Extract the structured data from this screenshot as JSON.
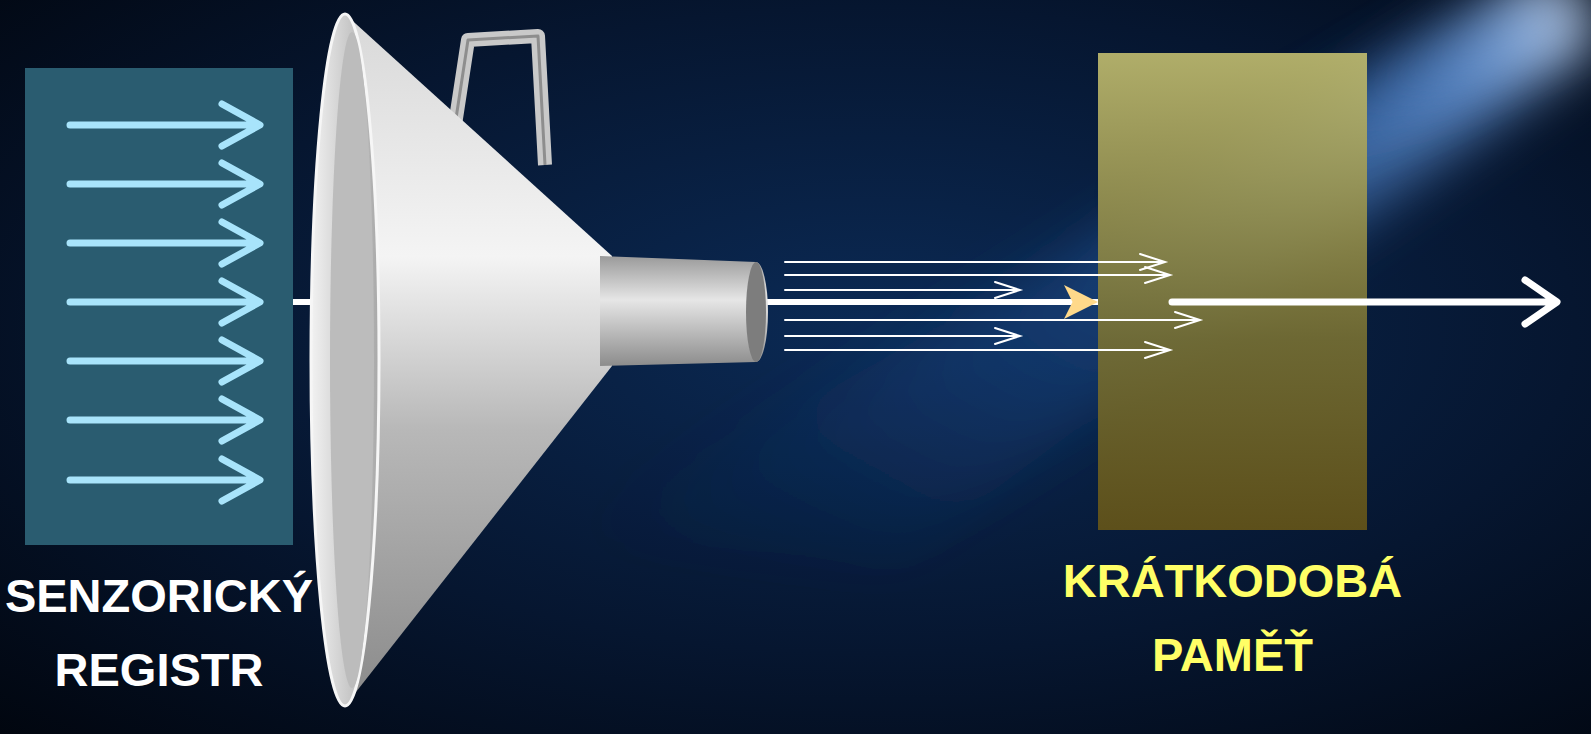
{
  "diagram": {
    "nodes": [
      {
        "text": [
          "SENZORICKÝ REGISTR"
        ]
      },
      {
        "text": [
          "KRÁTKODOBÁ PAMĚŤ"
        ]
      }
    ],
    "edges": [
      {
        "from": 0,
        "to": 1,
        "arrow": "to"
      }
    ]
  }
}
